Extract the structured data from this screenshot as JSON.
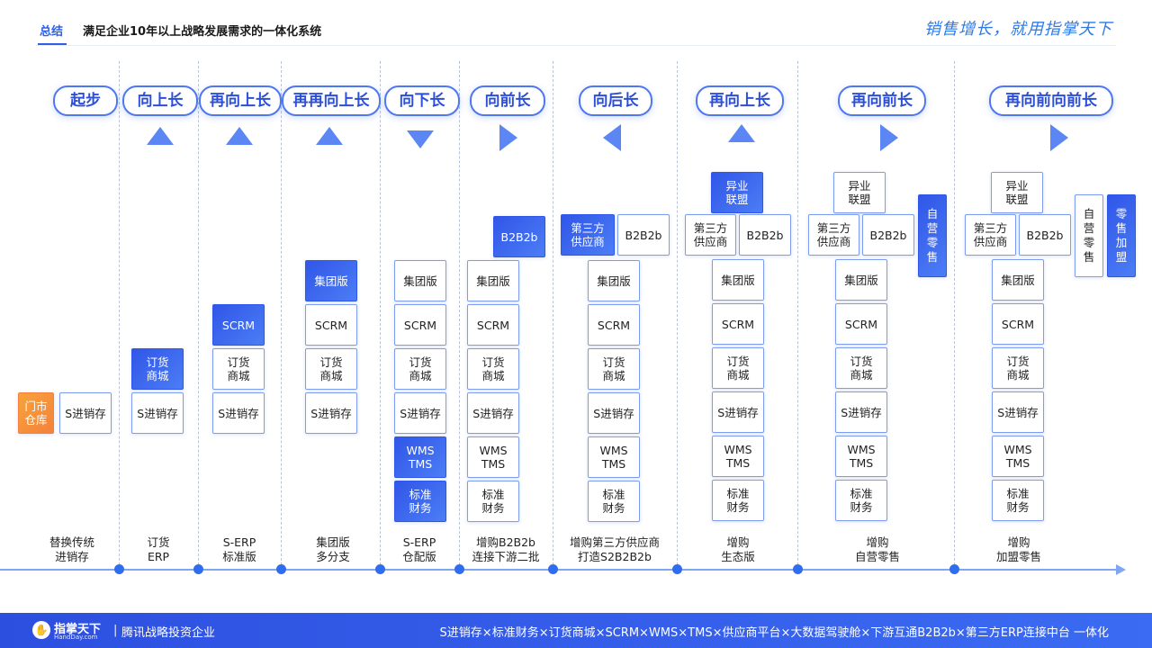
{
  "header": {
    "tab": "总结",
    "title": "满足企业10年以上战略发展需求的一体化系统",
    "slogan": "销售增长，就用指掌天下"
  },
  "stages": [
    {
      "label": "起步",
      "direction": "none",
      "caption": [
        "替换传统",
        "进销存"
      ]
    },
    {
      "label": "向上长",
      "direction": "up",
      "caption": [
        "订货",
        "ERP"
      ]
    },
    {
      "label": "再向上长",
      "direction": "up",
      "caption": [
        "S-ERP",
        "标准版"
      ]
    },
    {
      "label": "再再向上长",
      "direction": "up",
      "caption": [
        "集团版",
        "多分支"
      ]
    },
    {
      "label": "向下长",
      "direction": "down",
      "caption": [
        "S-ERP",
        "仓配版"
      ]
    },
    {
      "label": "向前长",
      "direction": "right",
      "caption": [
        "增购B2B2b",
        "连接下游二批"
      ]
    },
    {
      "label": "向后长",
      "direction": "left",
      "caption": [
        "增购第三方供应商",
        "打造S2B2B2b"
      ]
    },
    {
      "label": "再向上长",
      "direction": "up",
      "caption": [
        "增购",
        "生态版"
      ]
    },
    {
      "label": "再向前长",
      "direction": "right",
      "caption": [
        "增购",
        "自营零售"
      ]
    },
    {
      "label": "再向前向前长",
      "direction": "right",
      "caption": [
        "增购",
        "加盟零售"
      ]
    }
  ],
  "modules": {
    "mendian_cangku": "门市\n仓库",
    "s_jinxiaocun": "S进销存",
    "dinghuo_shangcheng": "订货\n商城",
    "scrm": "SCRM",
    "jituanban": "集团版",
    "wms_tms": "WMS\nTMS",
    "biaozhun_caiwu": "标准\n财务",
    "b2b2b": "B2B2b",
    "disanfang_gongyingshang": "第三方\n供应商",
    "yiye_lianmeng": "异业\n联盟",
    "ziying_lingshou": "自\n营\n零\n售",
    "lingshou_jiameng": "零\n售\n加\n盟"
  },
  "footer": {
    "logo": "指掌天下",
    "logo_sub": "HandDay.com",
    "separator": "|",
    "tagline": "腾讯战略投资企业",
    "summary": "S进销存×标准财务×订货商城×SCRM×WMS×TMS×供应商平台×大数据驾驶舱×下游互通B2B2b×第三方ERP连接中台 一体化"
  },
  "colors": {
    "accent": "#2f5fe6",
    "highlight_box": "#3056e8",
    "orange_box": "#f4813c",
    "footer_bg": "#2d4fe0"
  }
}
